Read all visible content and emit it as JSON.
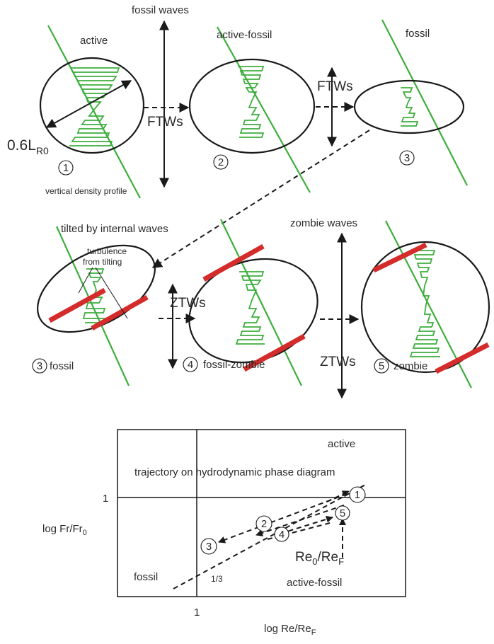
{
  "panel1": {
    "stage1": {
      "title": "active",
      "number": "1"
    },
    "waves_label": "fossil waves",
    "ftw_label_a": "FTWs",
    "stage2": {
      "title": "active-fossil",
      "number": "2"
    },
    "ftw_label_b": "FTWs",
    "stage3": {
      "title": "fossil",
      "number": "3"
    },
    "length_scale": {
      "main": "0.6L",
      "subscript": "R0"
    },
    "profile_caption": "vertical density profile"
  },
  "panel2": {
    "tilt_label": "tilted by internal waves",
    "turbulence_label_1": "turbulence",
    "turbulence_label_2": "from tilting",
    "ztw_label_a": "ZTWs",
    "waves_label": "zombie waves",
    "ztw_label_b": "ZTWs",
    "stage3": {
      "number": "3",
      "title": "fossil"
    },
    "stage4": {
      "number": "4",
      "title": "fossil-zombie"
    },
    "stage5": {
      "number": "5",
      "title": "zombie"
    }
  },
  "phase_diagram": {
    "region_active": "active",
    "trajectory_caption": "trajectory on hydrodynamic phase diagram",
    "y_tick": "1",
    "y_axis": {
      "main": "log Fr/Fr",
      "subscript": "0"
    },
    "x_tick": "1",
    "x_axis": {
      "main": "log Re/Re",
      "subscript": "F"
    },
    "region_fossil": "fossil",
    "region_active_fossil": "active-fossil",
    "slope_label": "1/3",
    "ratio_label": {
      "a": "Re",
      "a_sub": "0",
      "mid": "/Re",
      "b_sub": "F"
    },
    "points": [
      "1",
      "2",
      "3",
      "4",
      "5"
    ]
  }
}
